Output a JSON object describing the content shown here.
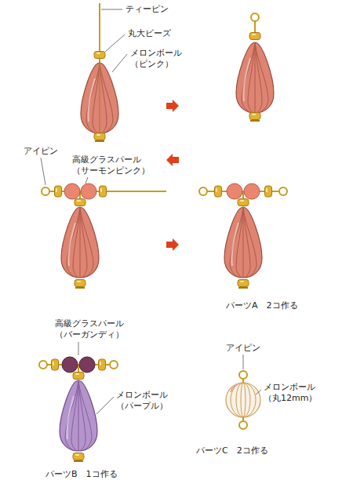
{
  "diagram": {
    "labels": [
      "ティーピン",
      "丸大ビーズ",
      "メロンボール （ピンク）",
      "アイピン",
      "高級グラスパール （サーモンピンク）",
      "パーツA　2コ作る",
      "高級グラスパール （バーガンディ）",
      "メロンボール （パープル）",
      "パーツB　1コ作る",
      "アイピン",
      "メロンボール （丸12mm）",
      "パーツC　2コ作る"
    ]
  }
}
